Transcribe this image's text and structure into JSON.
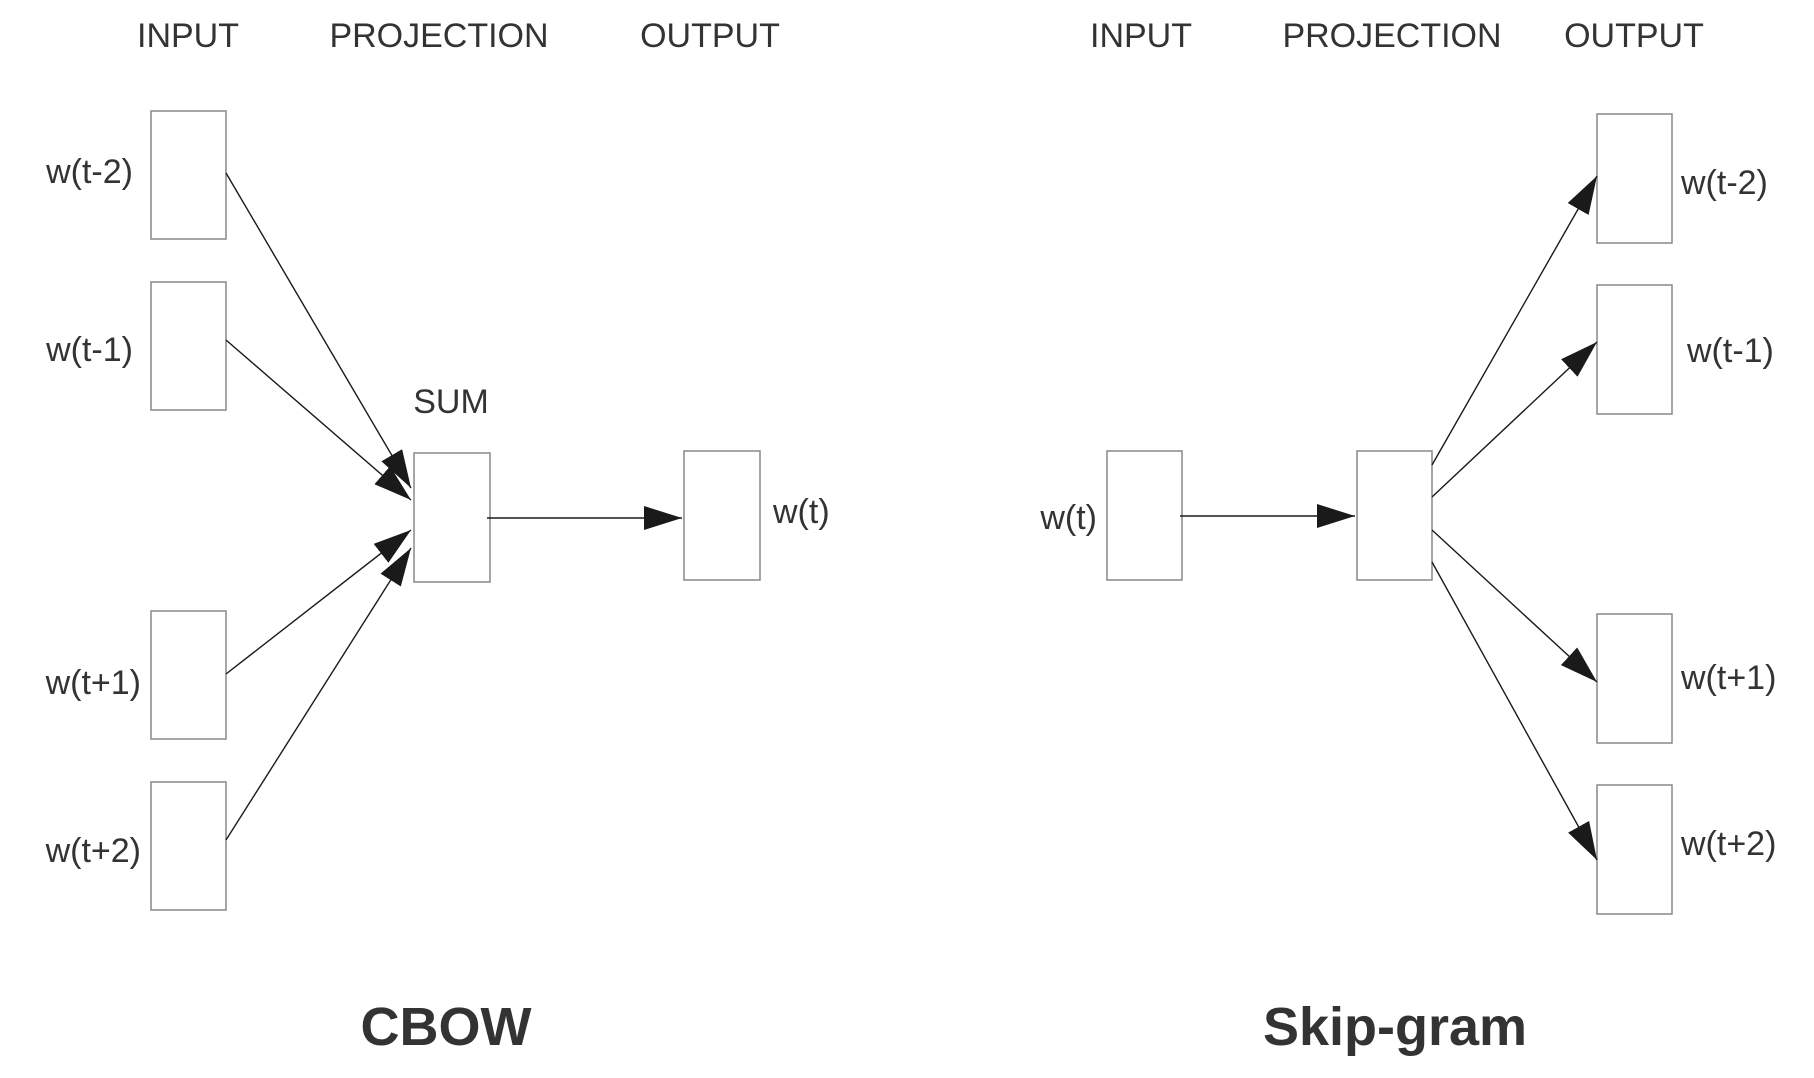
{
  "colors": {
    "text": "#333333",
    "box_border": "#888888",
    "arrow": "#1a1a1a",
    "background": "#ffffff"
  },
  "cbow": {
    "title": "CBOW",
    "headers": {
      "input": "INPUT",
      "projection": "PROJECTION",
      "output": "OUTPUT"
    },
    "inputs": [
      "w(t-2)",
      "w(t-1)",
      "w(t+1)",
      "w(t+2)"
    ],
    "projection_label": "SUM",
    "output": "w(t)"
  },
  "skipgram": {
    "title": "Skip-gram",
    "headers": {
      "input": "INPUT",
      "projection": "PROJECTION",
      "output": "OUTPUT"
    },
    "input": "w(t)",
    "outputs": [
      "w(t-2)",
      "w(t-1)",
      "w(t+1)",
      "w(t+2)"
    ]
  }
}
